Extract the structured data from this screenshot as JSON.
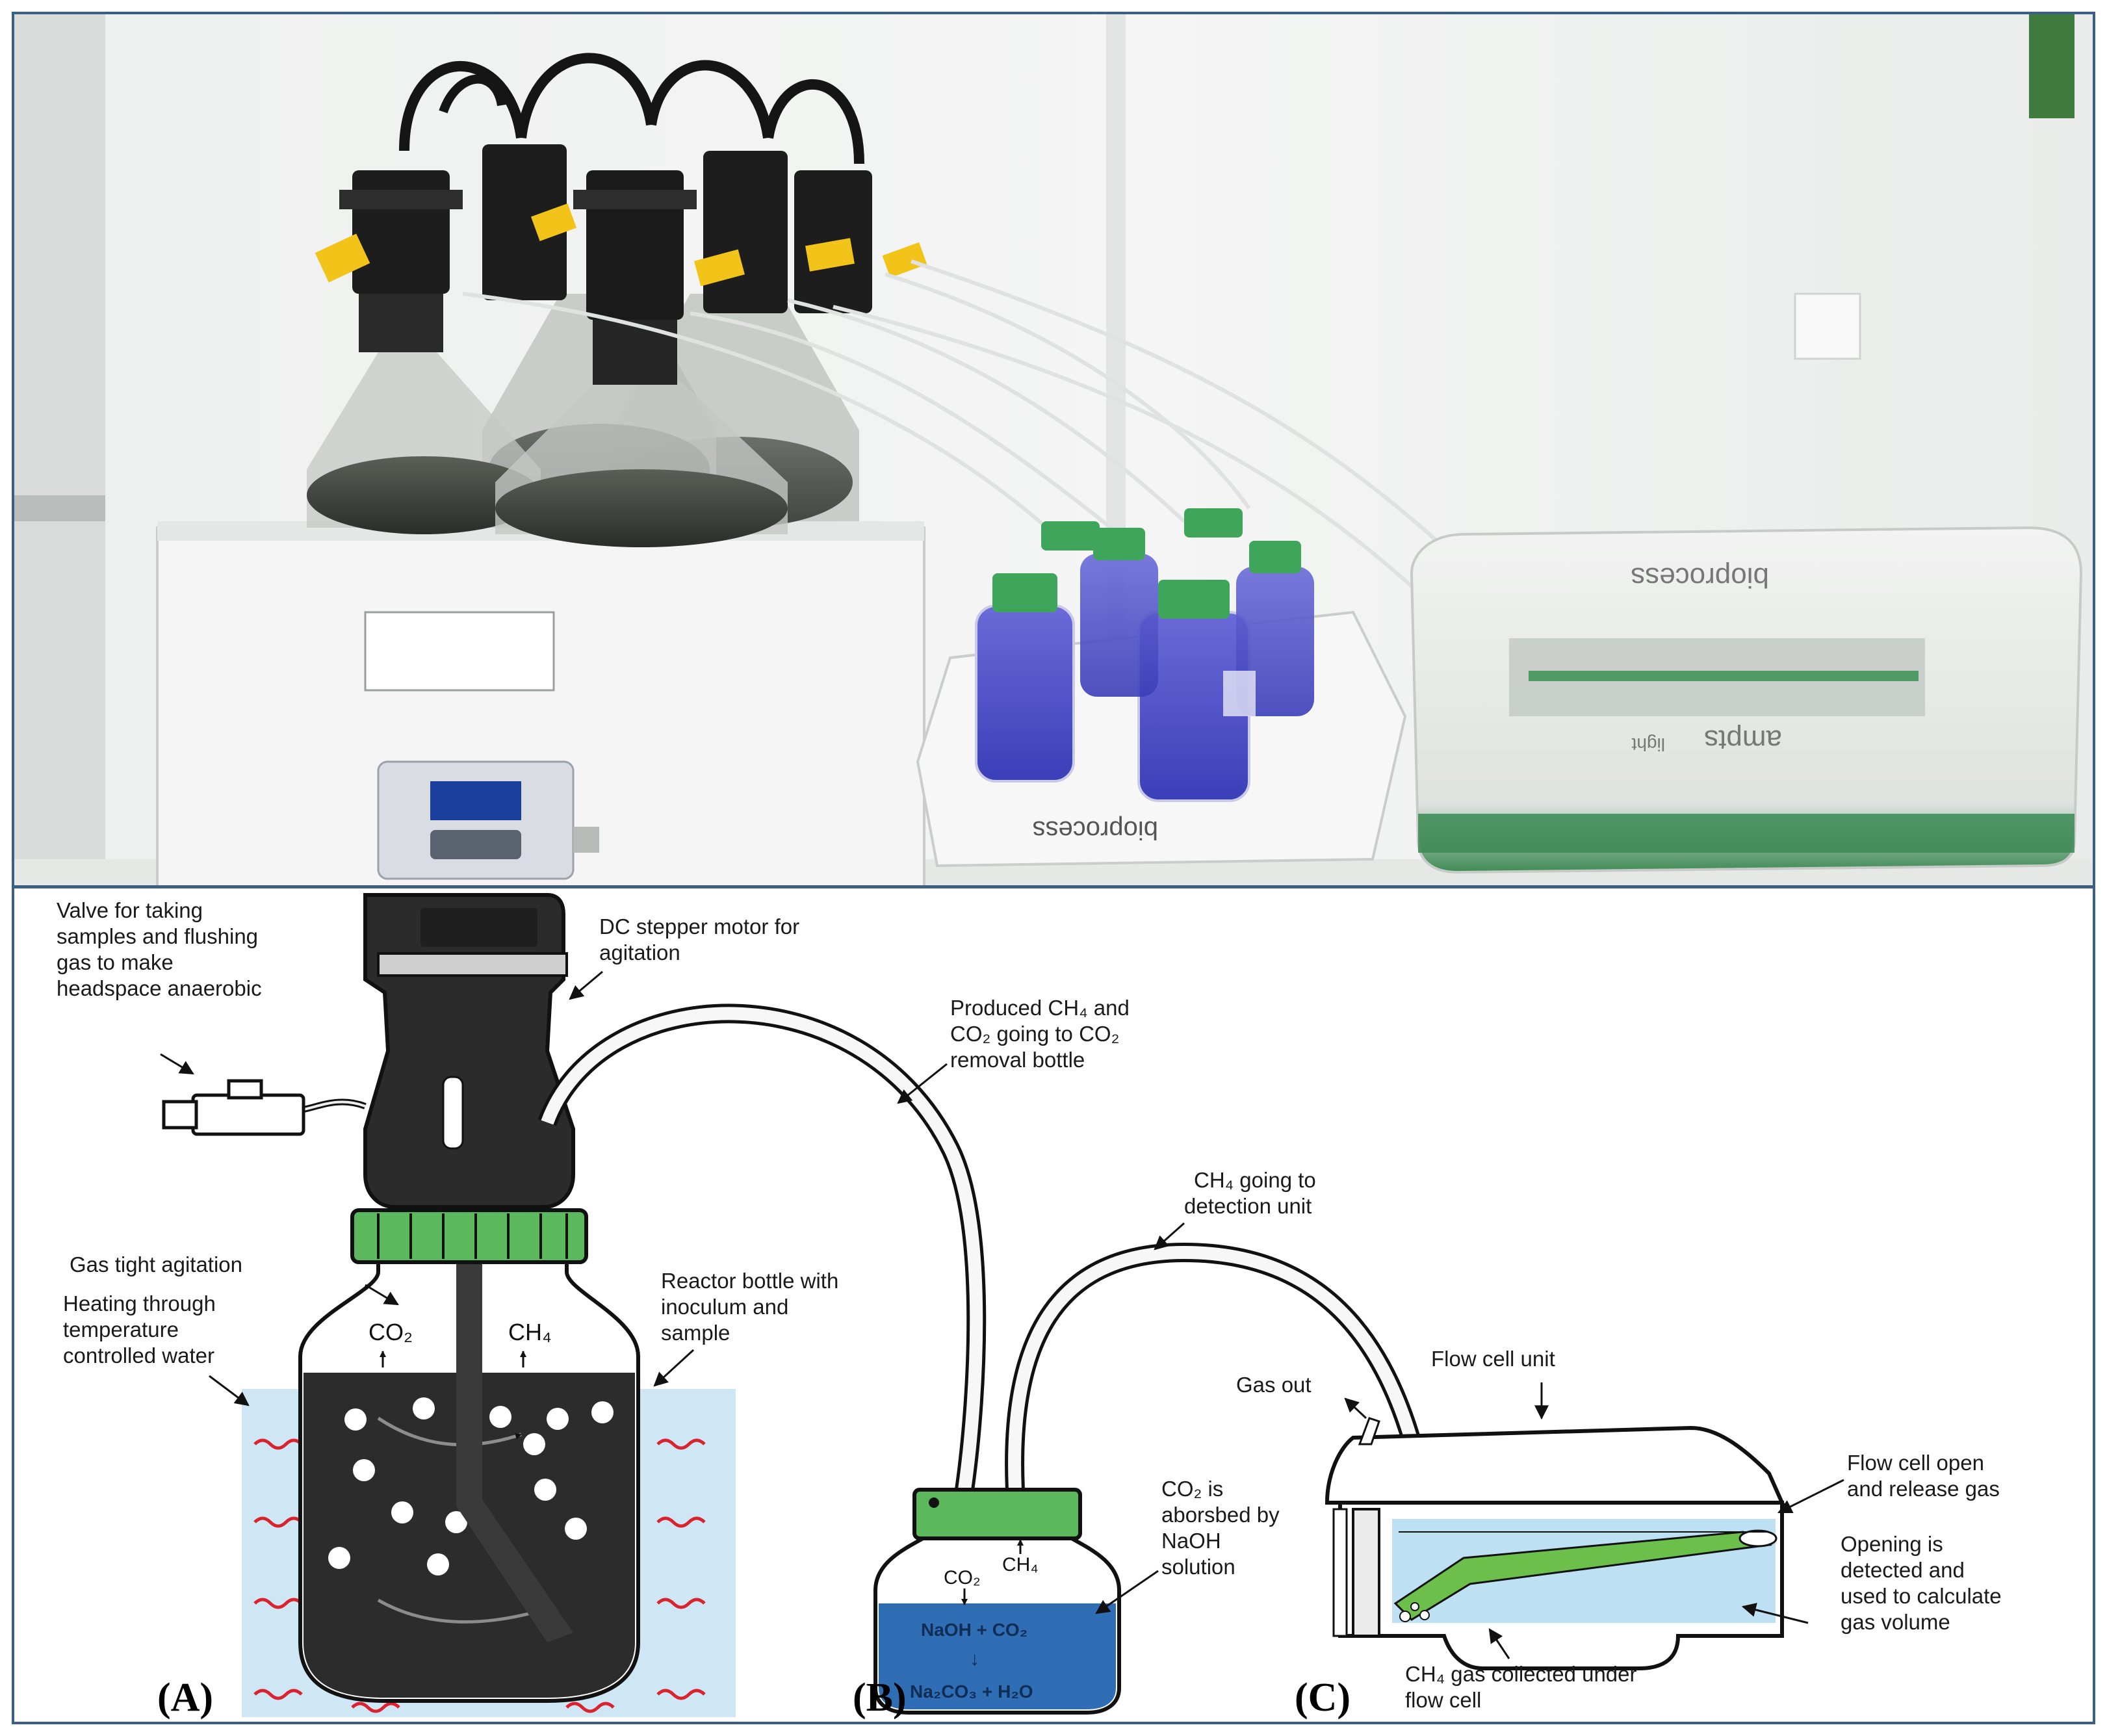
{
  "photo": {
    "bath_label_lines": [
      "",
      "",
      ""
    ],
    "co2_unit_brand": "bioprocess",
    "flow_unit_brand": "bioprocess",
    "flow_unit_model": "ampts",
    "flow_unit_model_suffix": "light"
  },
  "annotations": {
    "valve": [
      "Valve for taking",
      "samples and flushing",
      "gas to make",
      "headspace anaerobic"
    ],
    "motor": [
      "DC stepper motor for",
      "agitation"
    ],
    "produced_gas": [
      "Produced CH₄ and",
      "CO₂ going to CO₂",
      "removal bottle"
    ],
    "ch4_going": [
      "CH₄ going to",
      "detection unit"
    ],
    "gas_tight": "Gas tight agitation",
    "heating": [
      "Heating through",
      "temperature",
      "controlled water"
    ],
    "reactor_bottle": [
      "Reactor bottle with",
      "inoculum and",
      "sample"
    ],
    "gas_out": "Gas out",
    "flow_cell_unit": "Flow cell unit",
    "co2_absorbed": [
      "CO₂ is",
      "aborsbed by",
      "NaOH",
      "solution"
    ],
    "flow_cell_open": [
      "Flow cell open",
      "and release gas"
    ],
    "opening_detected": [
      "Opening is",
      "detected and",
      "used to calculate",
      "gas volume"
    ],
    "ch4_collected": [
      "CH₄ gas collected under",
      "flow cell"
    ]
  },
  "bottle_labels": {
    "reactor_co2": "CO₂",
    "reactor_ch4": "CH₄",
    "trap_co2": "CO₂",
    "trap_ch4": "CH₄",
    "reaction_top": "NaOH + CO₂",
    "reaction_arrow": "↓",
    "reaction_bottom": "Na₂CO₃ + H₂O"
  },
  "panels": {
    "a": "(A)",
    "b": "(B)",
    "c": "(C)"
  },
  "colors": {
    "border": "#3d5f86",
    "green_cap": "#5cb85c",
    "naoh_blue": "#2f6db5",
    "water_blue": "#cfe6f5",
    "reactor_dark": "#2c2c2c",
    "flowcell_water": "#bde0f2",
    "flowcell_green": "#6dbf4b"
  }
}
